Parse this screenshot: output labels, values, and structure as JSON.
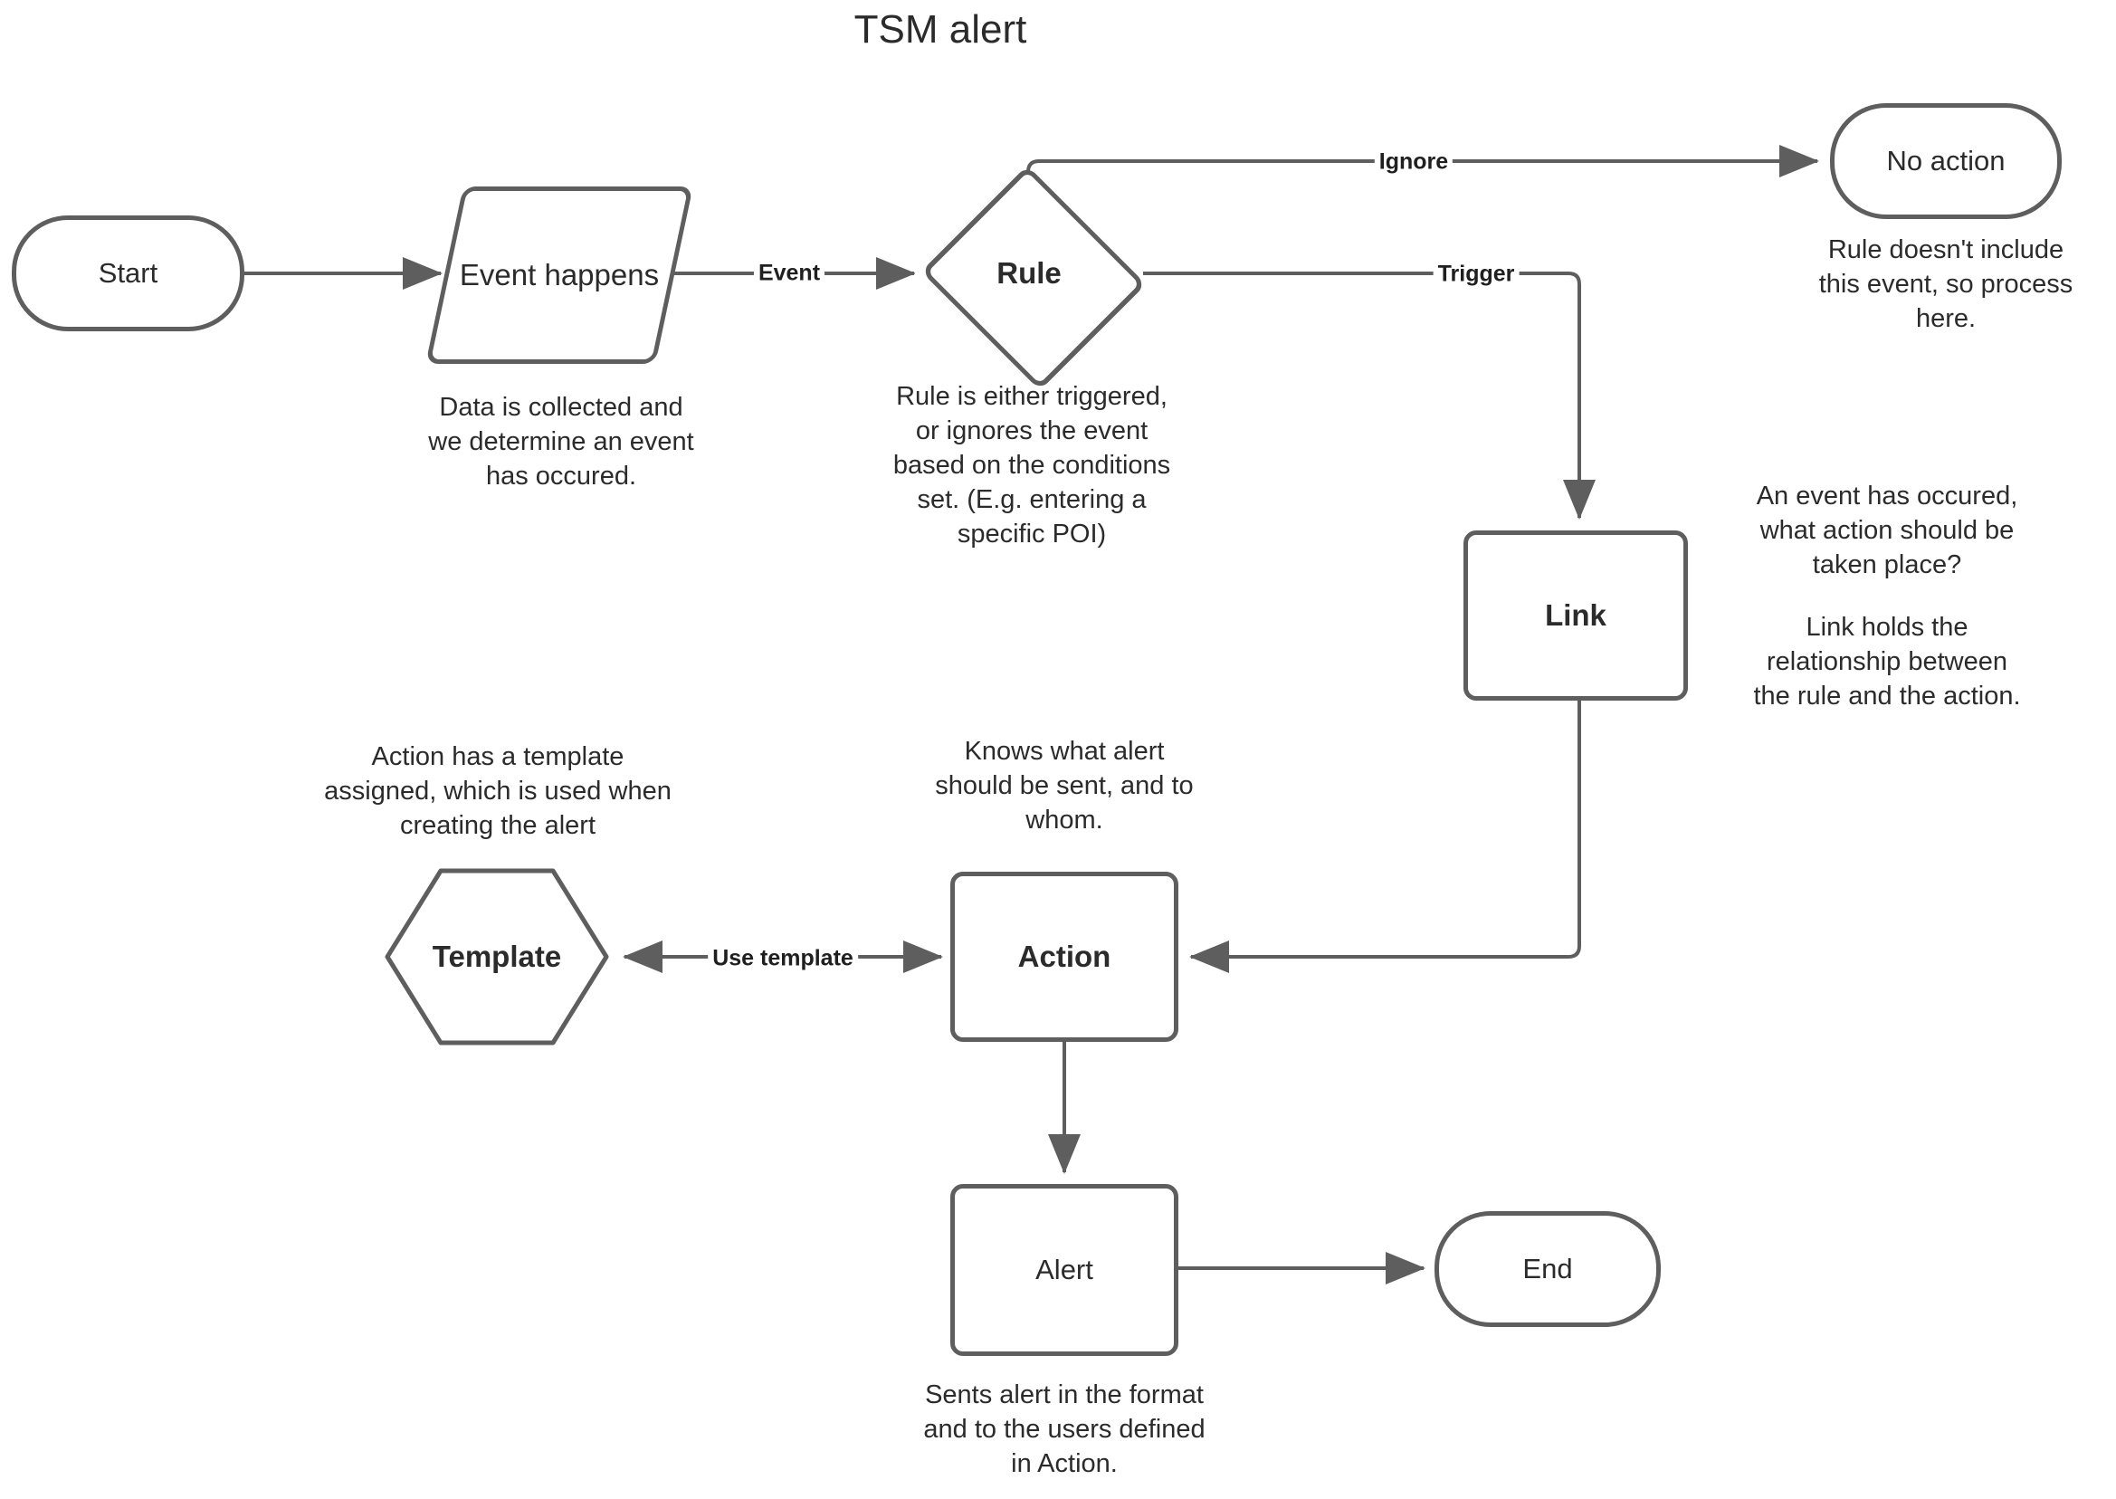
{
  "title": "TSM alert",
  "theme": {
    "stroke": "#5e5e5e",
    "text": "#2b2b2b",
    "background": "#ffffff",
    "edge_label_text": "#1f1f1f"
  },
  "diagram": {
    "type": "flowchart",
    "nodes": [
      {
        "id": "start",
        "label": "Start",
        "shape": "terminator"
      },
      {
        "id": "event",
        "label": "Event\nhappens",
        "shape": "parallelogram"
      },
      {
        "id": "rule",
        "label": "Rule",
        "shape": "diamond"
      },
      {
        "id": "no_action",
        "label": "No action",
        "shape": "terminator"
      },
      {
        "id": "link",
        "label": "Link",
        "shape": "process"
      },
      {
        "id": "template",
        "label": "Template",
        "shape": "hexagon"
      },
      {
        "id": "action",
        "label": "Action",
        "shape": "process"
      },
      {
        "id": "alert",
        "label": "Alert",
        "shape": "process"
      },
      {
        "id": "end",
        "label": "End",
        "shape": "terminator"
      }
    ],
    "edges": [
      {
        "from": "start",
        "to": "event",
        "label": ""
      },
      {
        "from": "event",
        "to": "rule",
        "label": "Event"
      },
      {
        "from": "rule",
        "to": "no_action",
        "label": "Ignore"
      },
      {
        "from": "rule",
        "to": "link",
        "label": "Trigger"
      },
      {
        "from": "link",
        "to": "action",
        "label": ""
      },
      {
        "from": "action",
        "to": "template",
        "label": "Use template"
      },
      {
        "from": "action",
        "to": "alert",
        "label": ""
      },
      {
        "from": "alert",
        "to": "end",
        "label": ""
      }
    ],
    "edge_labels": {
      "event": "Event",
      "ignore": "Ignore",
      "trigger": "Trigger",
      "use_template": "Use template"
    },
    "captions": {
      "event": "Data is collected and\nwe determine an event\nhas occured.",
      "rule": "Rule is either triggered,\nor ignores the event\nbased on the conditions\nset. (E.g. entering a\nspecific POI)",
      "no_action": "Rule doesn't include\nthis event, so process\nhere.",
      "link_1": "An event has occured,\nwhat action should be\ntaken place?",
      "link_2": "Link holds the\nrelationship between\nthe rule and the action.",
      "template": "Action has a template\nassigned, which is used when\ncreating the alert",
      "action": "Knows what alert\nshould be sent, and to\nwhom.",
      "alert": "Sents alert in the format\nand to the users defined\nin Action."
    }
  }
}
